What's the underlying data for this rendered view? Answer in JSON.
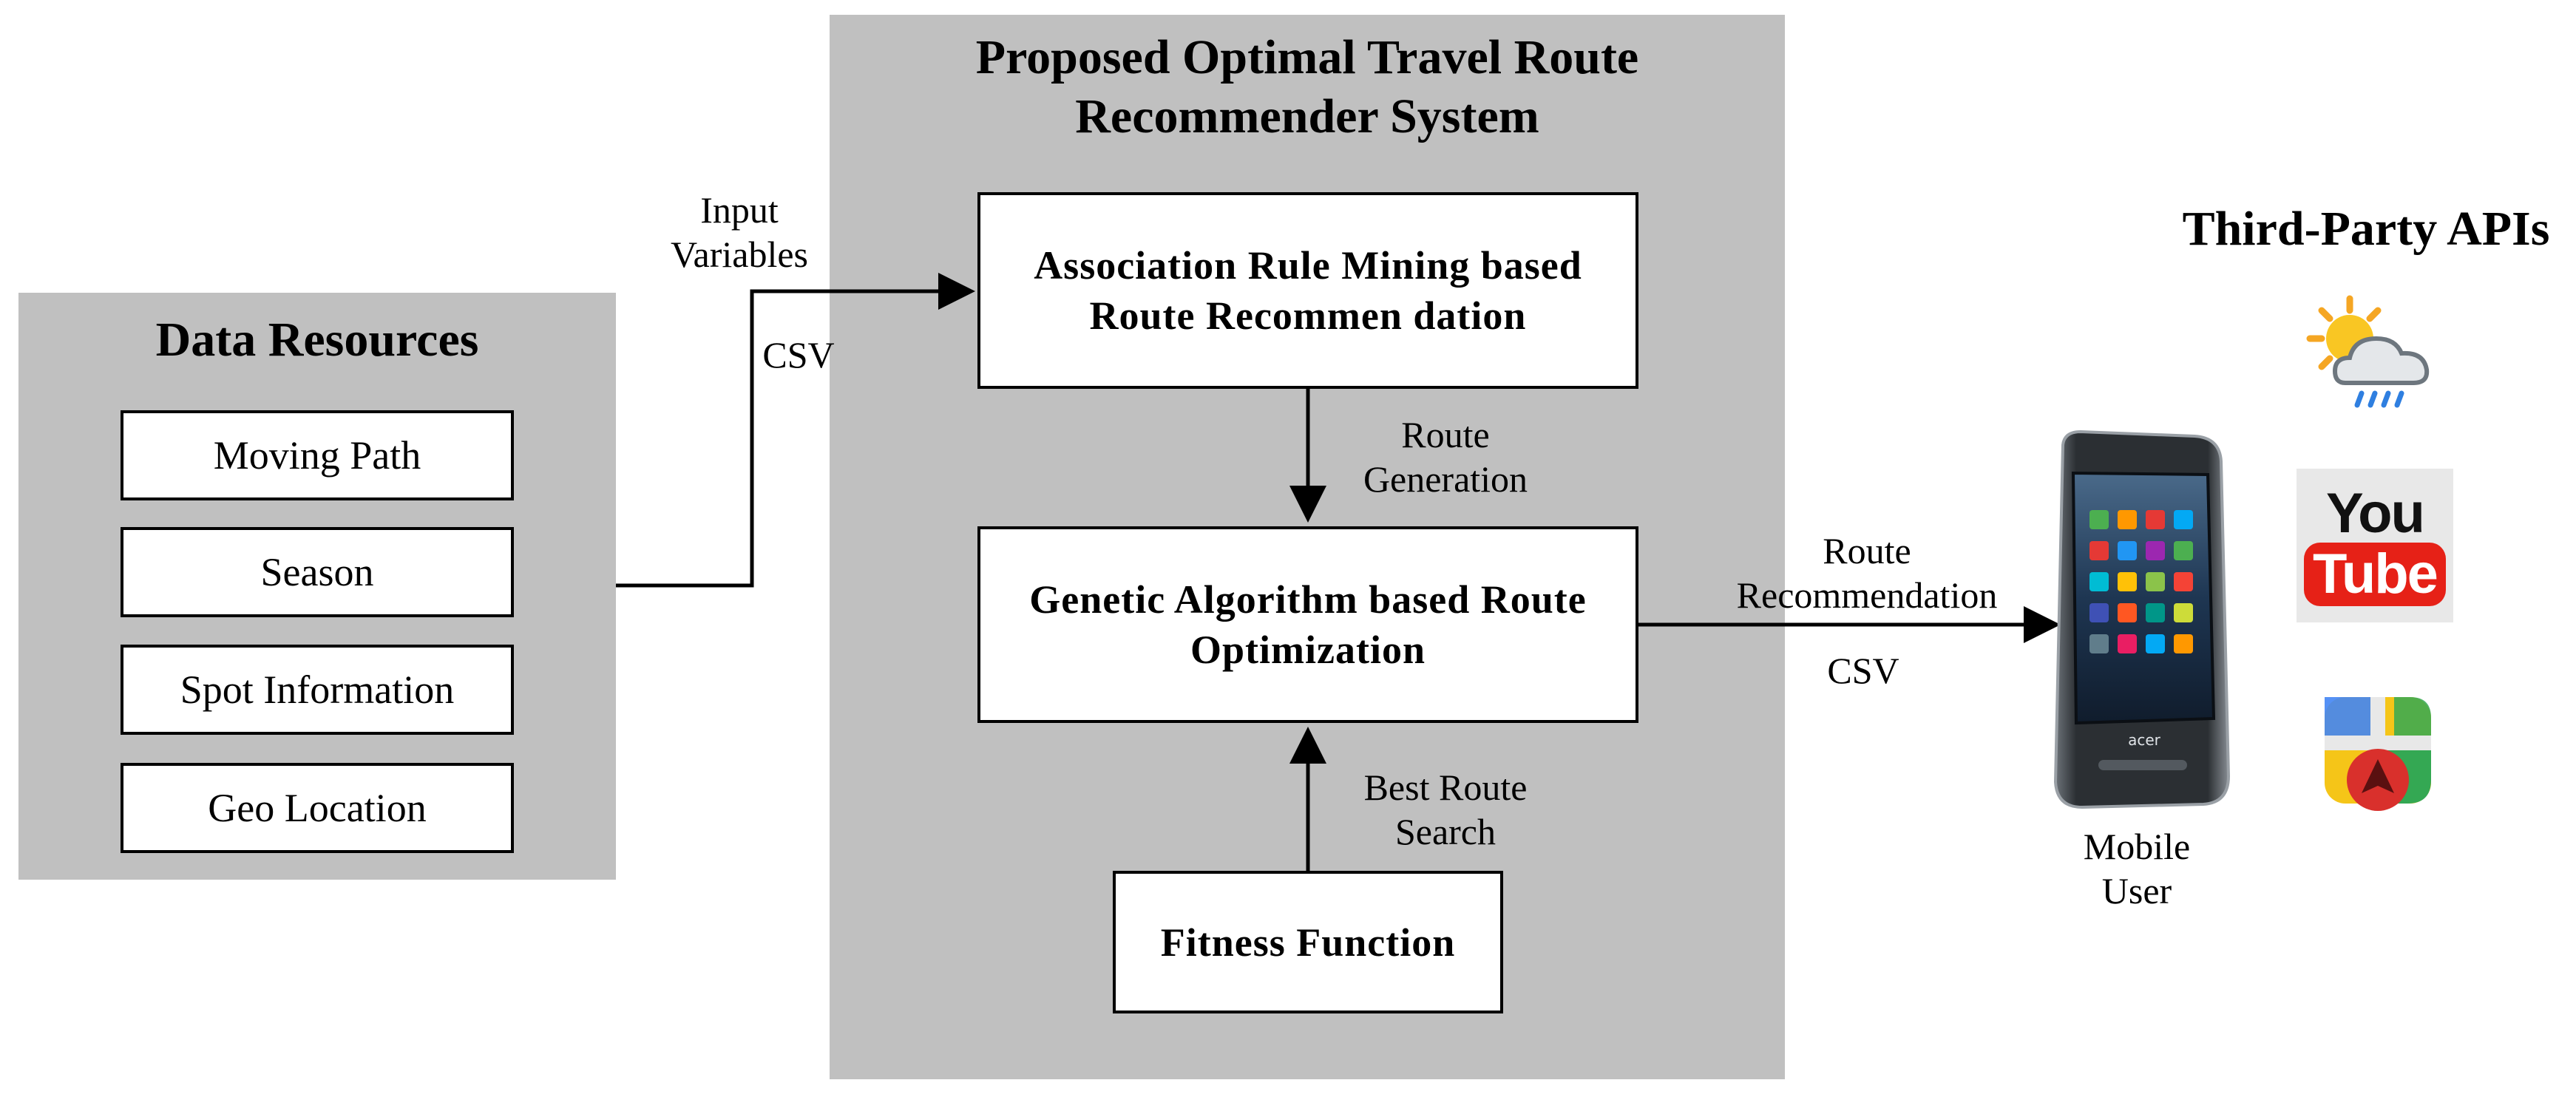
{
  "data_resources": {
    "title": "Data Resources",
    "items": [
      {
        "label": "Moving Path"
      },
      {
        "label": "Season"
      },
      {
        "label": "Spot Information"
      },
      {
        "label": "Geo Location"
      }
    ]
  },
  "system": {
    "title_line1": "Proposed Optimal Travel Route",
    "title_line2": "Recommender System",
    "arm_line1": "Association Rule Mining based",
    "arm_line2": "Route Recommen dation",
    "ga_line1": "Genetic Algorithm based Route",
    "ga_line2": "Optimization",
    "fitness": "Fitness Function"
  },
  "edges": {
    "input_line1": "Input",
    "input_line2": "Variables",
    "input_csv": "CSV",
    "route_gen_line1": "Route",
    "route_gen_line2": "Generation",
    "best_line1": "Best Route",
    "best_line2": "Search",
    "rec_line1": "Route",
    "rec_line2": "Recommendation",
    "rec_csv": "CSV"
  },
  "mobile": {
    "line1": "Mobile",
    "line2": "User",
    "brand": "acer"
  },
  "third_party": {
    "title": "Third-Party APIs",
    "youtube_you": "You",
    "youtube_tube": "Tube",
    "icons": [
      "weather-icon",
      "youtube-icon",
      "maps-icon"
    ]
  }
}
